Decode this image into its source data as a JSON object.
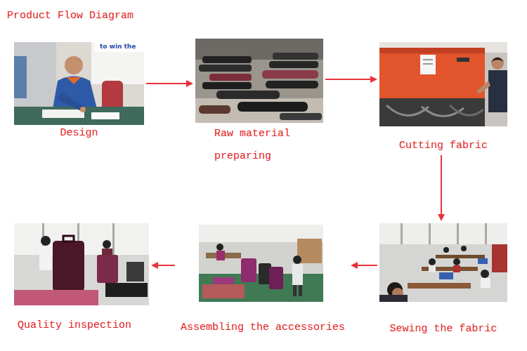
{
  "diagram": {
    "title": "Product Flow Diagram",
    "nodes": [
      {
        "text": [
          "Design"
        ]
      },
      {
        "text": [
          "Raw material preparing"
        ]
      },
      {
        "text": [
          "Cutting fabric"
        ]
      },
      {
        "text": [
          "Sewing the fabric"
        ]
      },
      {
        "text": [
          "Assembling the accessories"
        ]
      },
      {
        "text": [
          "Quality inspection"
        ]
      }
    ],
    "edges": [
      {
        "from": 0,
        "to": 1,
        "arrow": "to"
      },
      {
        "from": 1,
        "to": 2,
        "arrow": "to"
      },
      {
        "from": 2,
        "to": 3,
        "arrow": "to"
      },
      {
        "from": 3,
        "to": 4,
        "arrow": "to"
      },
      {
        "from": 4,
        "to": 5,
        "arrow": "to"
      }
    ],
    "labels": [
      "to win the"
    ]
  }
}
